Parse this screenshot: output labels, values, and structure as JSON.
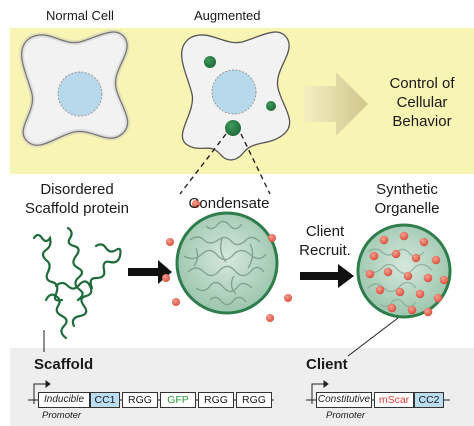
{
  "labels": {
    "normal_cell": "Normal Cell",
    "augmented": "Augmented",
    "control_line1": "Control of",
    "control_line2": "Cellular",
    "control_line3": "Behavior",
    "disordered_line1": "Disordered",
    "disordered_line2": "Scaffold protein",
    "condensate": "Condensate",
    "client_recruit_line1": "Client",
    "client_recruit_line2": "Recruit.",
    "synthetic_line1": "Synthetic",
    "synthetic_line2": "Organelle",
    "scaffold": "Scaffold",
    "client": "Client"
  },
  "scaffold_construct": {
    "promoter_box": "Inducible",
    "promoter_label": "Promoter",
    "parts": [
      "CC1",
      "RGG",
      "GFP",
      "RGG",
      "RGG"
    ]
  },
  "client_construct": {
    "promoter_box": "Constitutive",
    "promoter_label": "Promoter",
    "parts": [
      "mScar",
      "CC2"
    ]
  },
  "colors": {
    "top_band": "#f8f4b4",
    "bottom_band": "#eeeeee",
    "cell_fill": "#f2f2f2",
    "nucleus": "#b8d8ec",
    "condensate_green": "#2e7d4a",
    "condensate_fill": "#b8d6c6",
    "client_dot": "#e86a5e",
    "cc_box": "#bcdcf0",
    "gfp_text": "#2a9d3a",
    "mscar_text": "#d9403a"
  }
}
